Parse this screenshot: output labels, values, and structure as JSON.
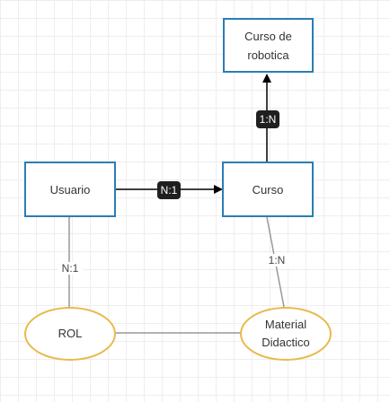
{
  "entities": {
    "curso_robotica": "Curso de\nrobotica",
    "usuario": "Usuario",
    "curso": "Curso"
  },
  "ellipses": {
    "rol": "ROL",
    "material_didactico": "Material\nDidactico"
  },
  "relations": {
    "usuario_curso": "N:1",
    "curso_robotica": "1:N",
    "usuario_rol": "N:1",
    "curso_material": "1:N"
  },
  "colors": {
    "entity_border": "#2a7db6",
    "ellipse_border": "#e8ba4a",
    "connector": "#999999",
    "arrow": "#000000",
    "badge": "#1f1f1f"
  }
}
